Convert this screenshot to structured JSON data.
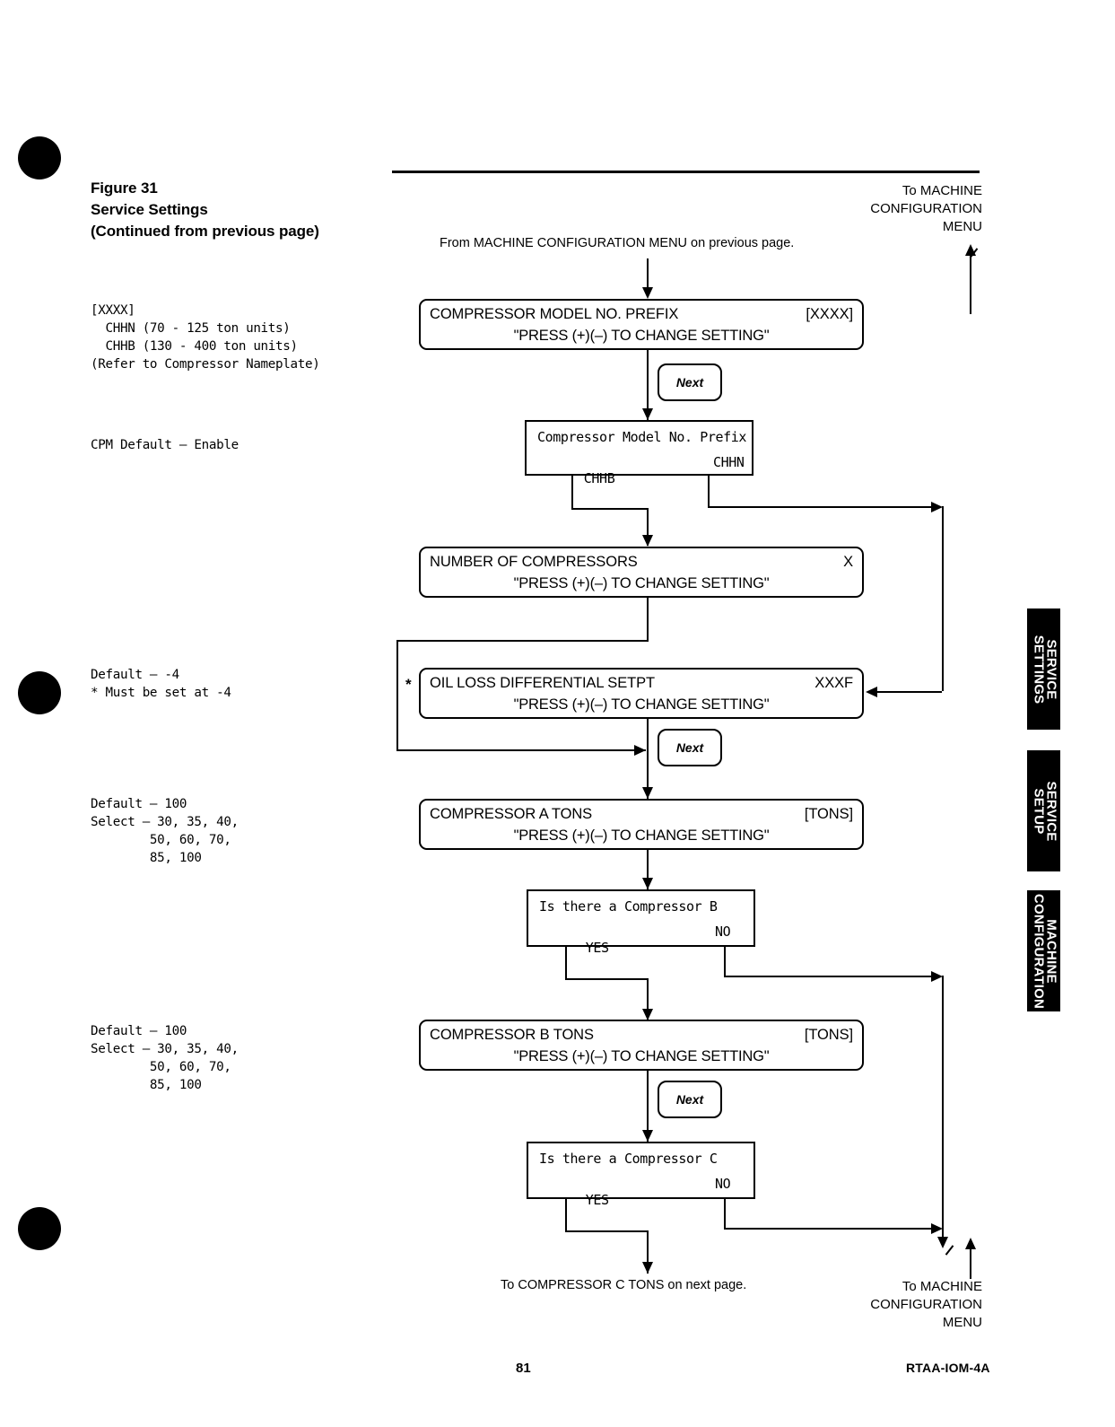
{
  "figure": {
    "line1": "Figure 31",
    "line2": "Service Settings",
    "line3": "(Continued from previous page)"
  },
  "notes": {
    "prefix_note": "[XXXX]\n  CHHN (70 - 125 ton units)\n  CHHB (130 - 400 ton units)\n(Refer to Compressor Nameplate)",
    "cpm_default": "CPM Default — Enable",
    "oil_loss_note": "Default — -4\n* Must be set at -4",
    "comp_a_note": "Default — 100\nSelect — 30, 35, 40,\n        50, 60, 70,\n        85, 100",
    "comp_b_note": "Default — 100\nSelect — 30, 35, 40,\n        50, 60, 70,\n        85, 100"
  },
  "connectors": {
    "from_menu": "From MACHINE CONFIGURATION MENU on previous page.",
    "to_menu_top": "To MACHINE\nCONFIGURATION\nMENU",
    "to_menu_bottom": "To MACHINE\nCONFIGURATION\nMENU",
    "to_next_page": "To COMPRESSOR C TONS on next page."
  },
  "boxes": {
    "model_prefix": {
      "title": "COMPRESSOR MODEL NO. PREFIX",
      "value": "[XXXX]",
      "instruction": "\"PRESS (+)(–) TO CHANGE SETTING\""
    },
    "num_compressors": {
      "title": "NUMBER OF COMPRESSORS",
      "value": "X",
      "instruction": "\"PRESS (+)(–) TO CHANGE SETTING\""
    },
    "oil_loss": {
      "marker": "*",
      "title": "OIL LOSS DIFFERENTIAL SETPT",
      "value": "XXXF",
      "instruction": "\"PRESS (+)(–) TO CHANGE SETTING\""
    },
    "comp_a_tons": {
      "title": "COMPRESSOR A TONS",
      "value": "[TONS]",
      "instruction": "\"PRESS (+)(–) TO CHANGE SETTING\""
    },
    "comp_b_tons": {
      "title": "COMPRESSOR B TONS",
      "value": "[TONS]",
      "instruction": "\"PRESS (+)(–) TO CHANGE SETTING\""
    }
  },
  "lcd": {
    "model_prefix": {
      "prompt": "Compressor Model No. Prefix",
      "option_left": "CHHB",
      "option_right": "CHHN"
    },
    "compressor_b": {
      "prompt": "Is there a Compressor B",
      "option_left": "YES",
      "option_right": "NO"
    },
    "compressor_c": {
      "prompt": "Is there a Compressor C",
      "option_left": "YES",
      "option_right": "NO"
    }
  },
  "buttons": {
    "next1": "Next",
    "next2": "Next",
    "next3": "Next"
  },
  "tabs": [
    {
      "label": "SERVICE\nSETTINGS"
    },
    {
      "label": "SERVICE\nSETUP"
    },
    {
      "label": "MACHINE\nCONFIGURATION"
    }
  ],
  "footer": {
    "page_number": "81",
    "document_code": "RTAA-IOM-4A"
  }
}
